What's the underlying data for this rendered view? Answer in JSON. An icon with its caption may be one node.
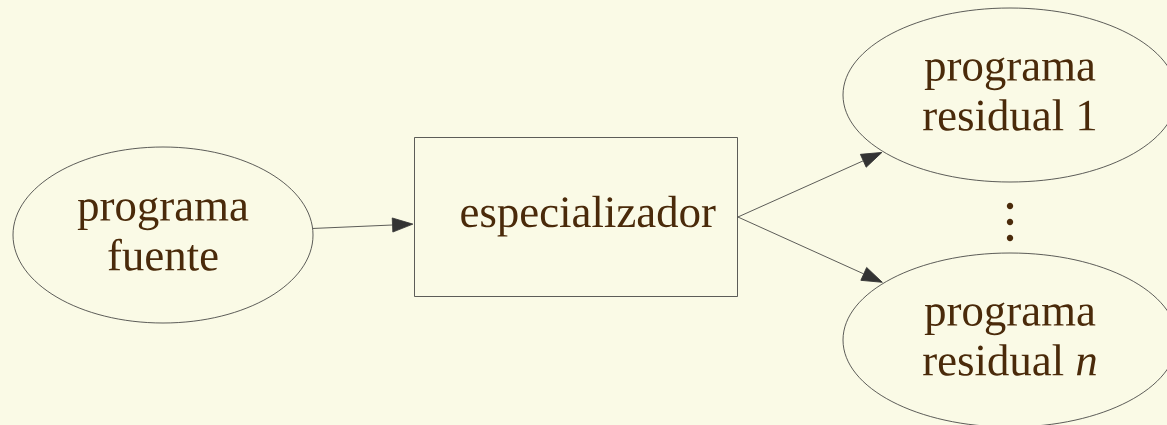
{
  "diagram": {
    "nodes": [
      {
        "text": [
          "programa fuente"
        ]
      },
      {
        "text": [
          "especializador"
        ]
      },
      {
        "text": [
          "programa residual 1"
        ]
      },
      {
        "text": [
          "programa residual *n*"
        ]
      }
    ],
    "edges": [
      {
        "from": 0,
        "to": 1,
        "arrow": "to"
      },
      {
        "from": 1,
        "to": 2,
        "arrow": "to"
      },
      {
        "from": 1,
        "to": 3,
        "arrow": "to"
      }
    ]
  }
}
